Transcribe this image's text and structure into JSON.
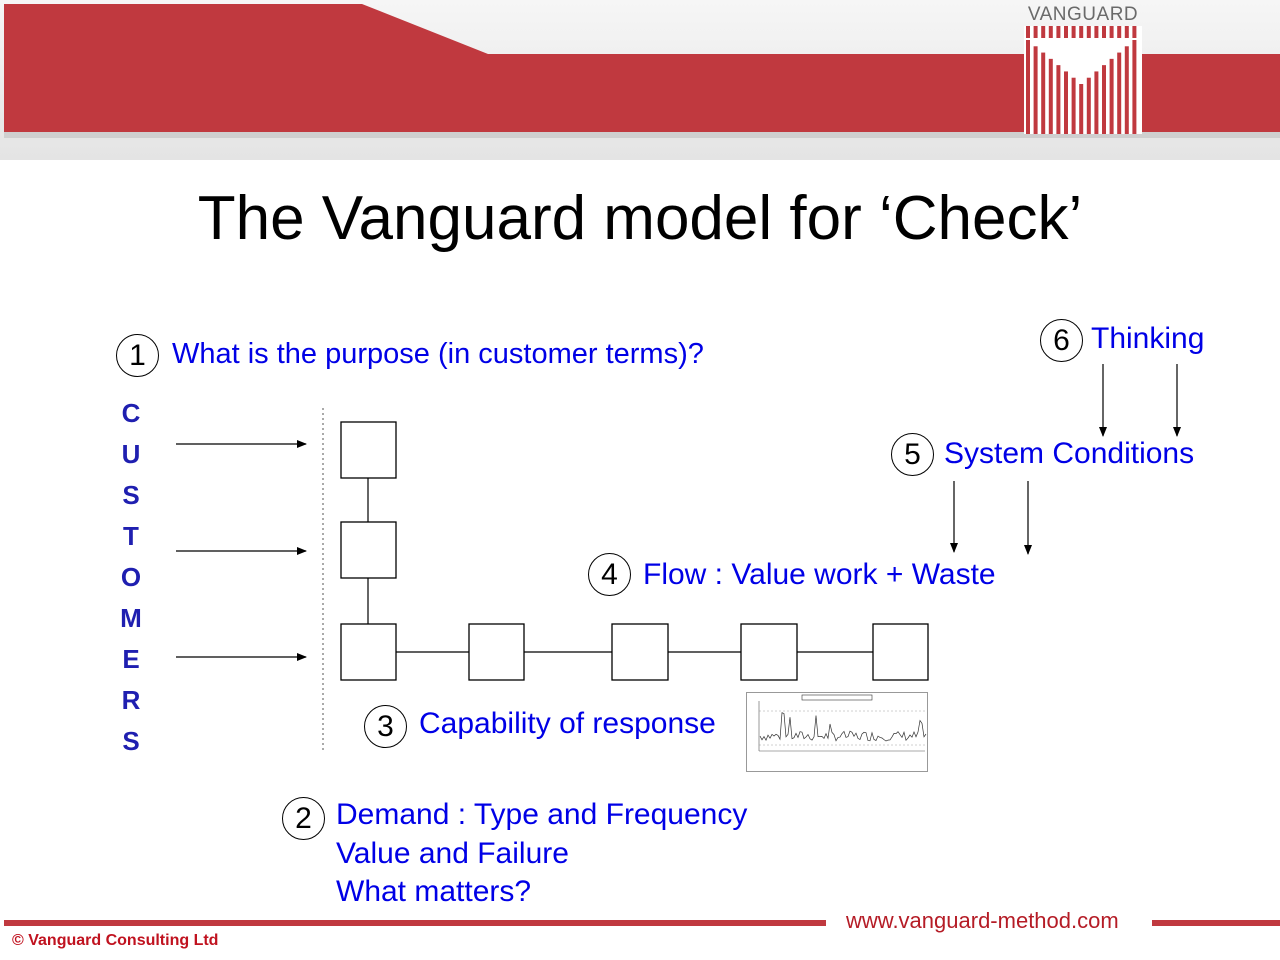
{
  "brand": {
    "name": "VANGUARD",
    "red": "#c0393f",
    "grey_band": "#e6e6e6"
  },
  "title": "The Vanguard model for ‘Check’",
  "customers_label": [
    "C",
    "U",
    "S",
    "T",
    "O",
    "M",
    "E",
    "R",
    "S"
  ],
  "steps": [
    {
      "num": "1",
      "lines": [
        "What is the purpose (in customer terms)?"
      ]
    },
    {
      "num": "2",
      "lines": [
        "Demand : Type and Frequency",
        "Value and Failure",
        "What matters?"
      ]
    },
    {
      "num": "3",
      "lines": [
        "Capability of response"
      ]
    },
    {
      "num": "4",
      "lines": [
        "Flow : Value work + Waste"
      ]
    },
    {
      "num": "5",
      "lines": [
        "System Conditions"
      ]
    },
    {
      "num": "6",
      "lines": [
        "Thinking"
      ]
    }
  ],
  "footer": {
    "copyright": "© Vanguard Consulting Ltd",
    "website": "www.vanguard-method.com"
  },
  "colors": {
    "step_text": "#0000e6",
    "customers_text": "#1f1fb0",
    "footer_red": "#c0121f"
  }
}
